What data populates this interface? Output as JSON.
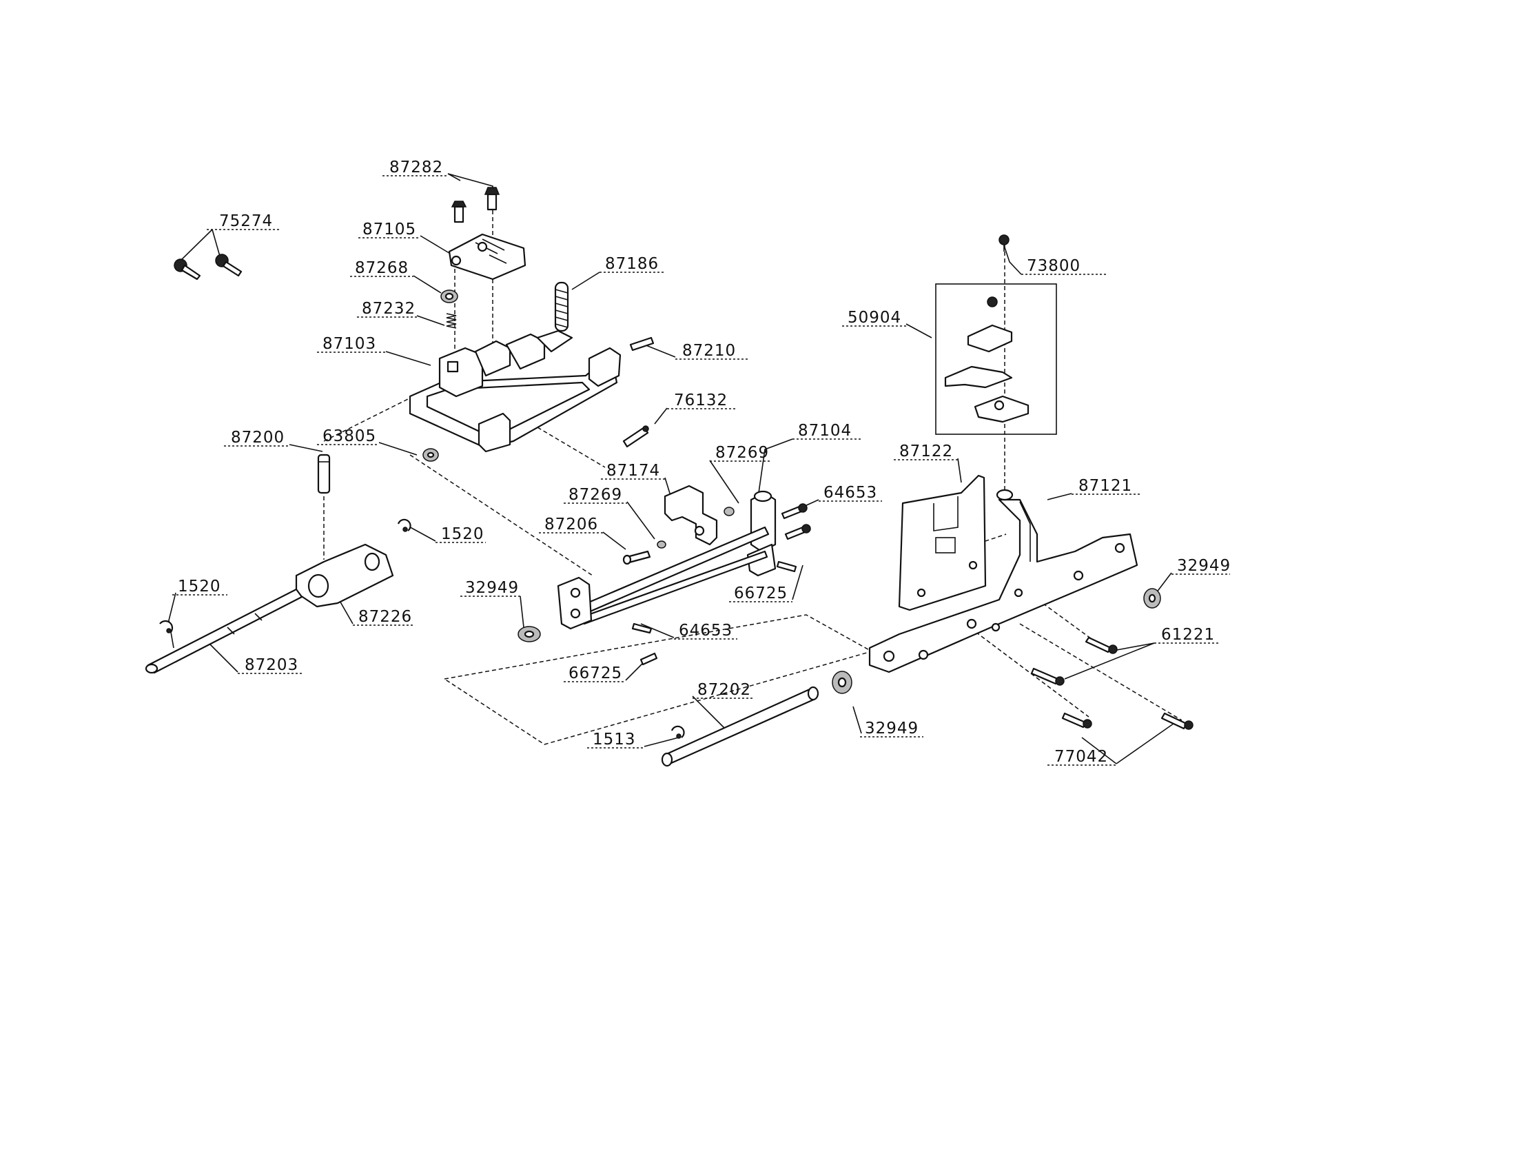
{
  "parts": [
    {
      "id": "p87282",
      "number": "87282"
    },
    {
      "id": "p75274",
      "number": "75274"
    },
    {
      "id": "p87105",
      "number": "87105"
    },
    {
      "id": "p87268",
      "number": "87268"
    },
    {
      "id": "p87186",
      "number": "87186"
    },
    {
      "id": "p87232",
      "number": "87232"
    },
    {
      "id": "p87103",
      "number": "87103"
    },
    {
      "id": "p87210",
      "number": "87210"
    },
    {
      "id": "p76132",
      "number": "76132"
    },
    {
      "id": "p87200",
      "number": "87200"
    },
    {
      "id": "p63805",
      "number": "63805"
    },
    {
      "id": "p87104",
      "number": "87104"
    },
    {
      "id": "p87269a",
      "number": "87269"
    },
    {
      "id": "p87174",
      "number": "87174"
    },
    {
      "id": "p64653a",
      "number": "64653"
    },
    {
      "id": "p87269b",
      "number": "87269"
    },
    {
      "id": "p87206",
      "number": "87206"
    },
    {
      "id": "p1520a",
      "number": "1520"
    },
    {
      "id": "p66725a",
      "number": "66725"
    },
    {
      "id": "p32949a",
      "number": "32949"
    },
    {
      "id": "p1520b",
      "number": "1520"
    },
    {
      "id": "p87226",
      "number": "87226"
    },
    {
      "id": "p64653b",
      "number": "64653"
    },
    {
      "id": "p87203",
      "number": "87203"
    },
    {
      "id": "p66725b",
      "number": "66725"
    },
    {
      "id": "p87202",
      "number": "87202"
    },
    {
      "id": "p1513",
      "number": "1513"
    },
    {
      "id": "p32949b",
      "number": "32949"
    },
    {
      "id": "p73800",
      "number": "73800"
    },
    {
      "id": "p50904",
      "number": "50904"
    },
    {
      "id": "p87122",
      "number": "87122"
    },
    {
      "id": "p87121",
      "number": "87121"
    },
    {
      "id": "p32949c",
      "number": "32949"
    },
    {
      "id": "p61221",
      "number": "61221"
    },
    {
      "id": "p77042",
      "number": "77042"
    }
  ]
}
